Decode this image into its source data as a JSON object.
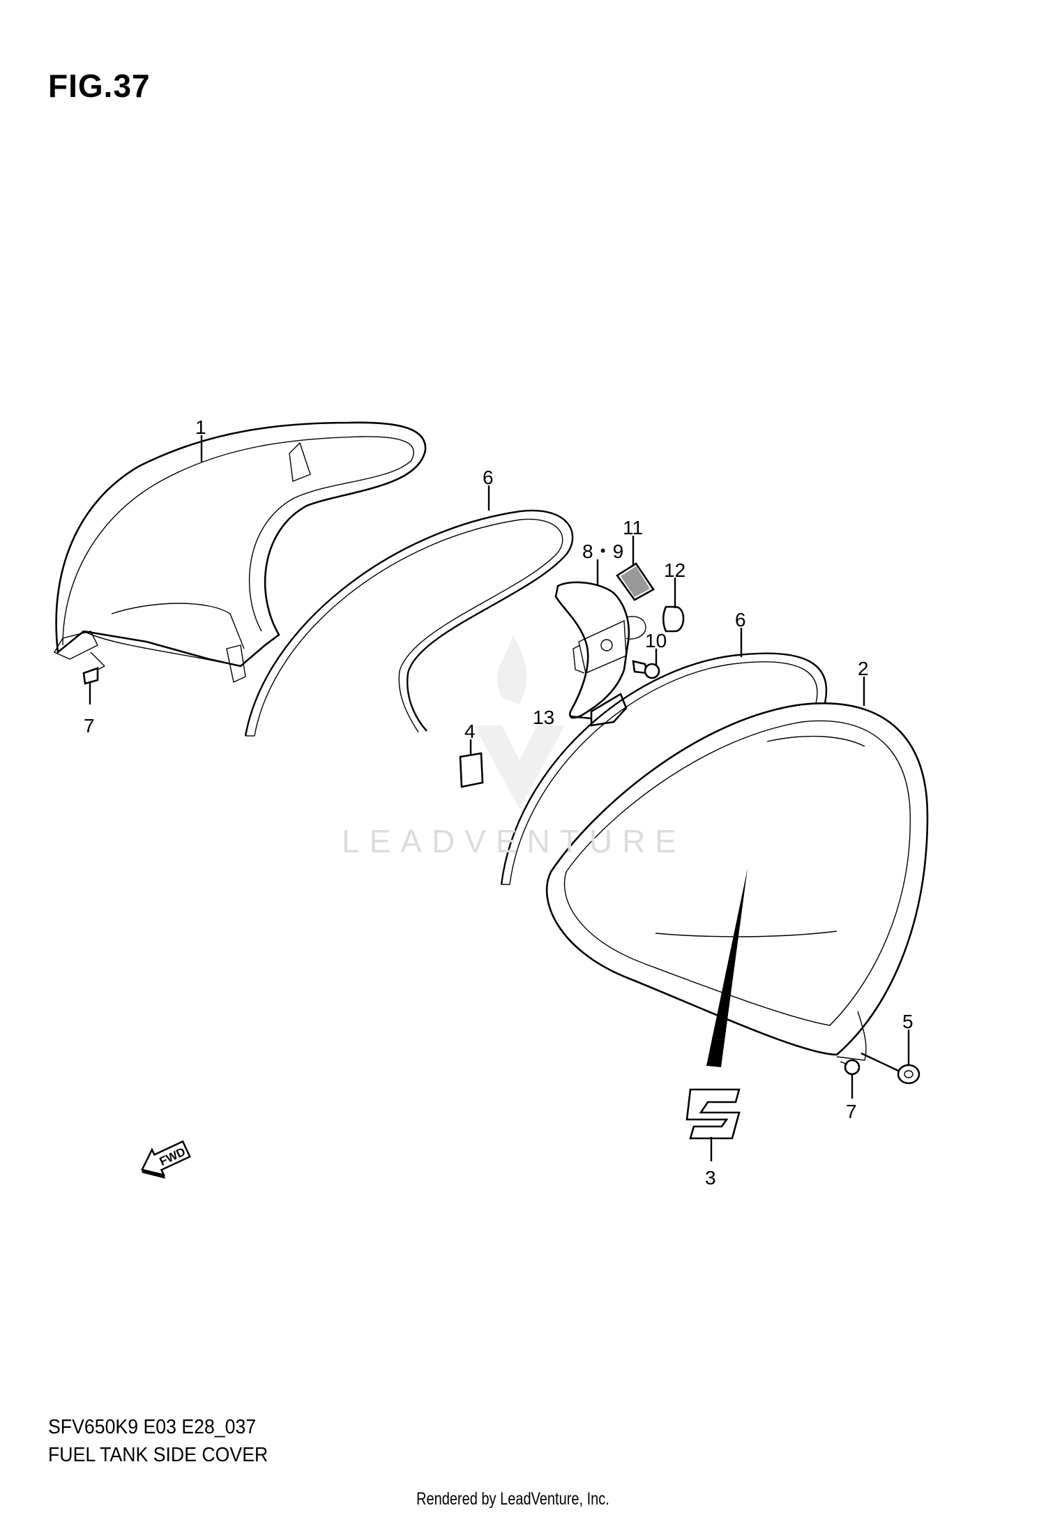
{
  "figure": {
    "label": "FIG.37"
  },
  "footer": {
    "code": "SFV650K9 E03 E28_037",
    "title": "FUEL TANK SIDE COVER",
    "rendered_by": "Rendered by LeadVenture, Inc."
  },
  "watermark": "LEADVENTURE",
  "fwd_arrow": "FWD",
  "callouts": {
    "p1": "1",
    "p2": "2",
    "p3": "3",
    "p4": "4",
    "p5": "5",
    "p6a": "6",
    "p6b": "6",
    "p7a": "7",
    "p7b": "7",
    "p89": "8・9",
    "p10": "10",
    "p11": "11",
    "p12": "12",
    "p13": "13"
  }
}
